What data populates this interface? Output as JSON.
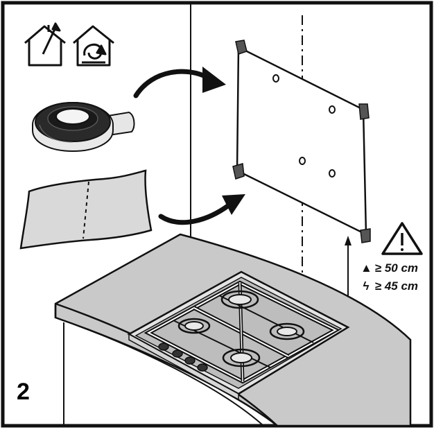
{
  "step_number": "2",
  "clearance": {
    "gas": {
      "symbol": "≥",
      "value": "50 cm",
      "icon": "gas-flame-icon"
    },
    "electric": {
      "symbol": "≥",
      "value": "45 cm",
      "icon": "lightning-icon"
    }
  },
  "icons": [
    "house-ventilation-icon",
    "house-circulation-icon",
    "tape-roll-icon",
    "warning-triangle-icon",
    "gas-hob-icon",
    "wall-panel-icon"
  ],
  "colors": {
    "line": "#111111",
    "surface": "#c8c8c8",
    "tape": "#2a2a2a"
  }
}
